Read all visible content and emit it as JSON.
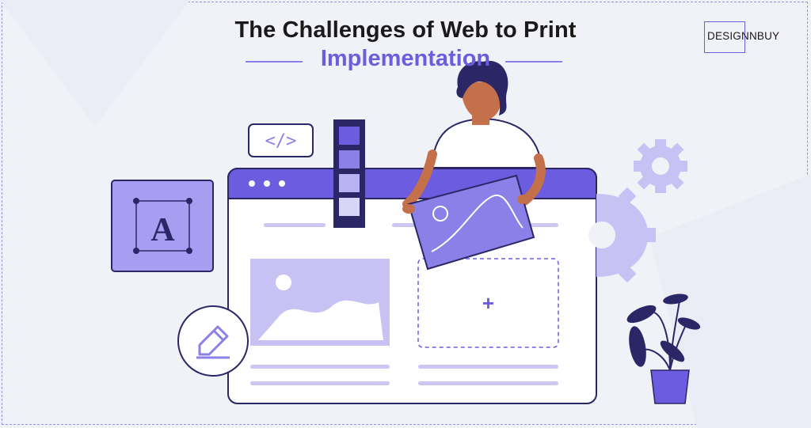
{
  "title": {
    "line1": "The Challenges of Web to Print",
    "line2": "Implementation"
  },
  "logo": {
    "text": "DESIGNNBUY"
  },
  "illustration": {
    "code_tag": "</>",
    "font_letter": "A",
    "add_symbol": "+"
  },
  "colors": {
    "accent": "#6c5ce0",
    "accent_light": "#c8c2f4",
    "navy": "#2b2766",
    "background": "#f1f1f8"
  }
}
